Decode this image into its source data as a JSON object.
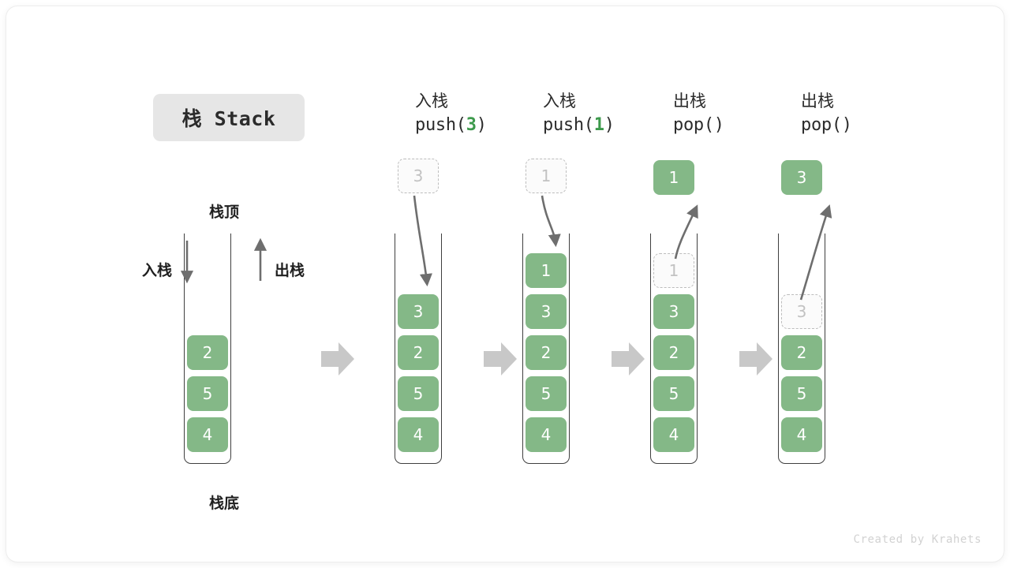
{
  "diagram": {
    "title": "栈 Stack",
    "credit": "Created by Krahets",
    "colors": {
      "cell_fill": "#84b887",
      "cell_text": "#ffffff",
      "ghost_border": "#bdbdbd",
      "ghost_text": "#c2c2c2",
      "accent_green": "#3d9a4c",
      "vessel_stroke": "#3f3f3f",
      "step_arrow": "#c8c8c8",
      "title_chip_bg": "#e6e6e6"
    }
  },
  "legend": {
    "top_label": "栈顶",
    "bottom_label": "栈底",
    "push_label": "入栈",
    "pop_label": "出栈"
  },
  "steps": [
    {
      "id": "initial",
      "caption_cn": "",
      "caption_code": "",
      "caption_arg": "",
      "cells": [
        "2",
        "5",
        "4"
      ],
      "ghost_top": null,
      "float_value": null,
      "float_kind": null
    },
    {
      "id": "push-3",
      "caption_cn": "入栈",
      "caption_code_prefix": "push(",
      "caption_arg": "3",
      "caption_code_suffix": ")",
      "cells": [
        "3",
        "2",
        "5",
        "4"
      ],
      "ghost_top": null,
      "float_value": "3",
      "float_kind": "ghost"
    },
    {
      "id": "push-1",
      "caption_cn": "入栈",
      "caption_code_prefix": "push(",
      "caption_arg": "1",
      "caption_code_suffix": ")",
      "cells": [
        "1",
        "3",
        "2",
        "5",
        "4"
      ],
      "ghost_top": null,
      "float_value": "1",
      "float_kind": "ghost"
    },
    {
      "id": "pop-1",
      "caption_cn": "出栈",
      "caption_code_prefix": "pop(",
      "caption_arg": "",
      "caption_code_suffix": ")",
      "cells": [
        "3",
        "2",
        "5",
        "4"
      ],
      "ghost_top": "1",
      "float_value": "1",
      "float_kind": "filled"
    },
    {
      "id": "pop-3",
      "caption_cn": "出栈",
      "caption_code_prefix": "pop(",
      "caption_arg": "",
      "caption_code_suffix": ")",
      "cells": [
        "2",
        "5",
        "4"
      ],
      "ghost_top": "3",
      "float_value": "3",
      "float_kind": "filled"
    }
  ]
}
